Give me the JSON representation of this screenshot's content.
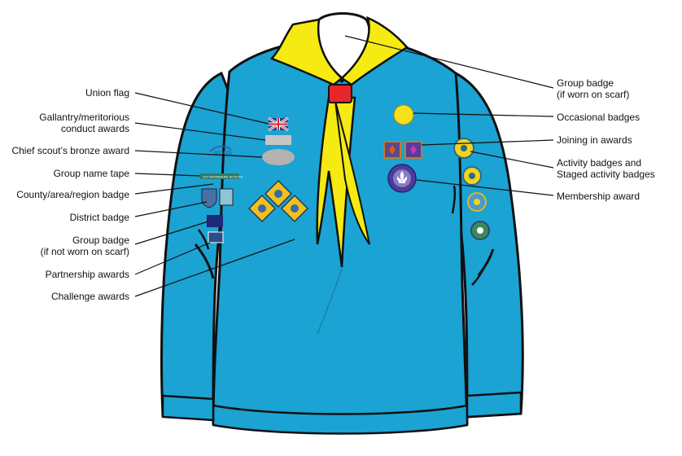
{
  "colors": {
    "uniform": "#1ba3d3",
    "uniform_dark": "#1482b0",
    "outline": "#111111",
    "scarf": "#f5ea12",
    "woggle": "#e8262a",
    "group_badge_circle": "#f6e01a",
    "tape": "#2d7a6a",
    "oval_badge": "#b3b3b3",
    "flag_blue": "#1f3f8f",
    "flag_red": "#d8222a",
    "membership_badge": "#4b3d9a",
    "award_diamond": "#f2c01a",
    "district_badge": "#1c2a7a"
  },
  "left_labels": {
    "union_flag": "Union flag",
    "gallantry_1": "Gallantry/meritorious",
    "gallantry_2": "conduct awards",
    "chief_scout": "Chief scout’s bronze award",
    "group_name_tape": "Group name tape",
    "county_badge": "County/area/region badge",
    "district_badge": "District badge",
    "group_badge_1": "Group badge",
    "group_badge_2": "(if not worn on scarf)",
    "partnership": "Partnership awards",
    "challenge": "Challenge awards"
  },
  "right_labels": {
    "group_badge_1": "Group badge",
    "group_badge_2": "(if worn on scarf)",
    "occasional": "Occasional badges",
    "joining_in": "Joining in awards",
    "activity_1": "Activity badges and",
    "activity_2": "Staged activity badges",
    "membership": "Membership award"
  },
  "badge_text": {
    "scouts_logo": "scouts",
    "tape_text": "1ST ANYWHERE SCOUTS"
  },
  "icons": [
    "union-flag-icon",
    "fleur-de-lis-icon",
    "scouts-logo-icon"
  ]
}
